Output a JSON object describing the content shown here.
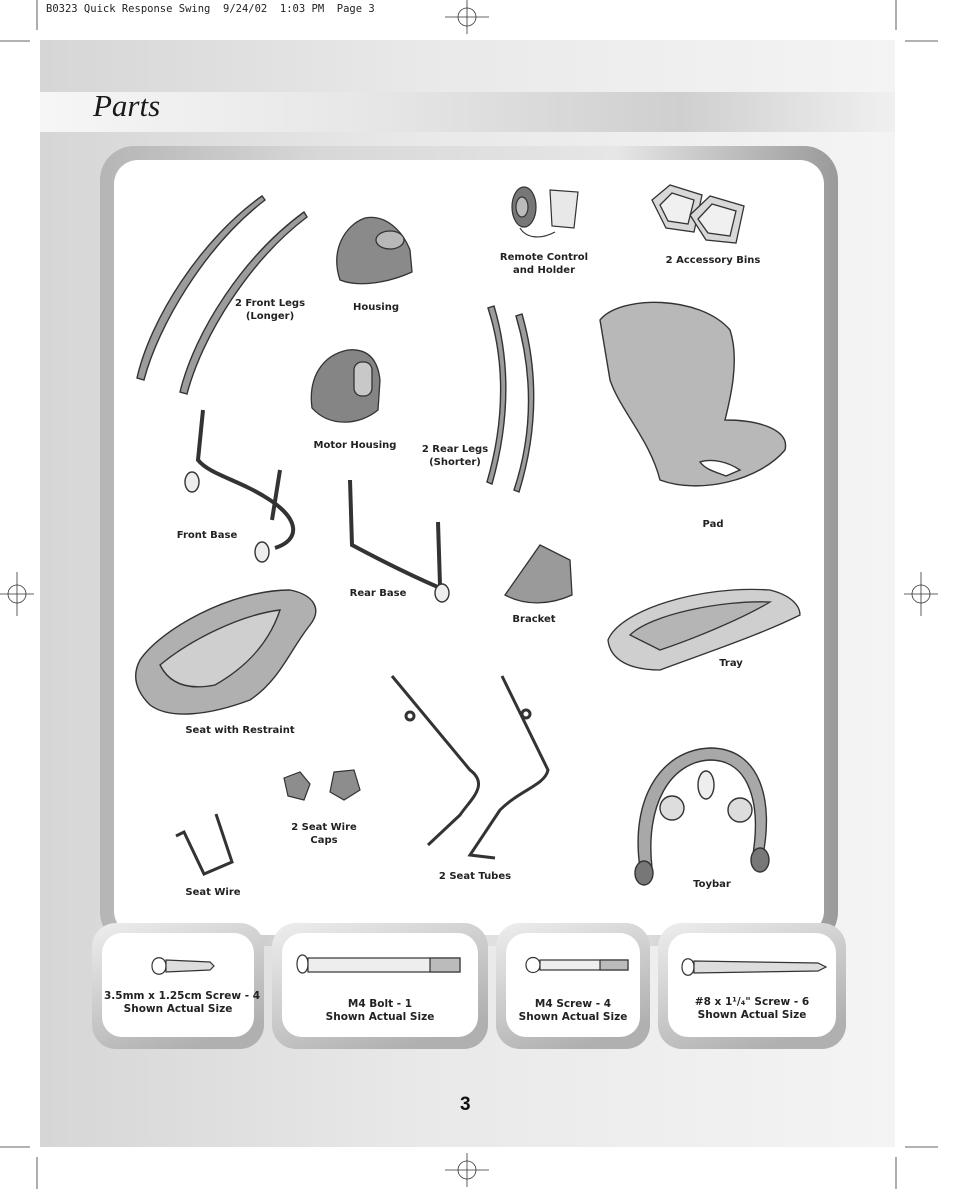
{
  "print_slug": "B0323 Quick Response Swing  9/24/02  1:03 PM  Page 3",
  "page_title": "Parts",
  "parts": [
    {
      "name": "2 Front Legs\n(Longer)"
    },
    {
      "name": "Housing"
    },
    {
      "name": "Remote Control\nand Holder"
    },
    {
      "name": "2 Accessory Bins"
    },
    {
      "name": "Motor Housing"
    },
    {
      "name": "2 Rear Legs\n(Shorter)"
    },
    {
      "name": "Pad"
    },
    {
      "name": "Front Base"
    },
    {
      "name": "Rear Base"
    },
    {
      "name": "Bracket"
    },
    {
      "name": "Tray"
    },
    {
      "name": "Seat with Restraint"
    },
    {
      "name": "2 Seat Wire\nCaps"
    },
    {
      "name": "2 Seat Tubes"
    },
    {
      "name": "Seat Wire"
    },
    {
      "name": "Toybar"
    }
  ],
  "hardware": [
    {
      "name": "3.5mm x 1.25cm Screw - 4\nShown Actual Size"
    },
    {
      "name": "M4 Bolt - 1\nShown Actual Size"
    },
    {
      "name": "M4 Screw - 4\nShown Actual Size"
    },
    {
      "name": "#8 x 1¹/₄\" Screw - 6\nShown Actual Size"
    }
  ],
  "page_number": "3"
}
